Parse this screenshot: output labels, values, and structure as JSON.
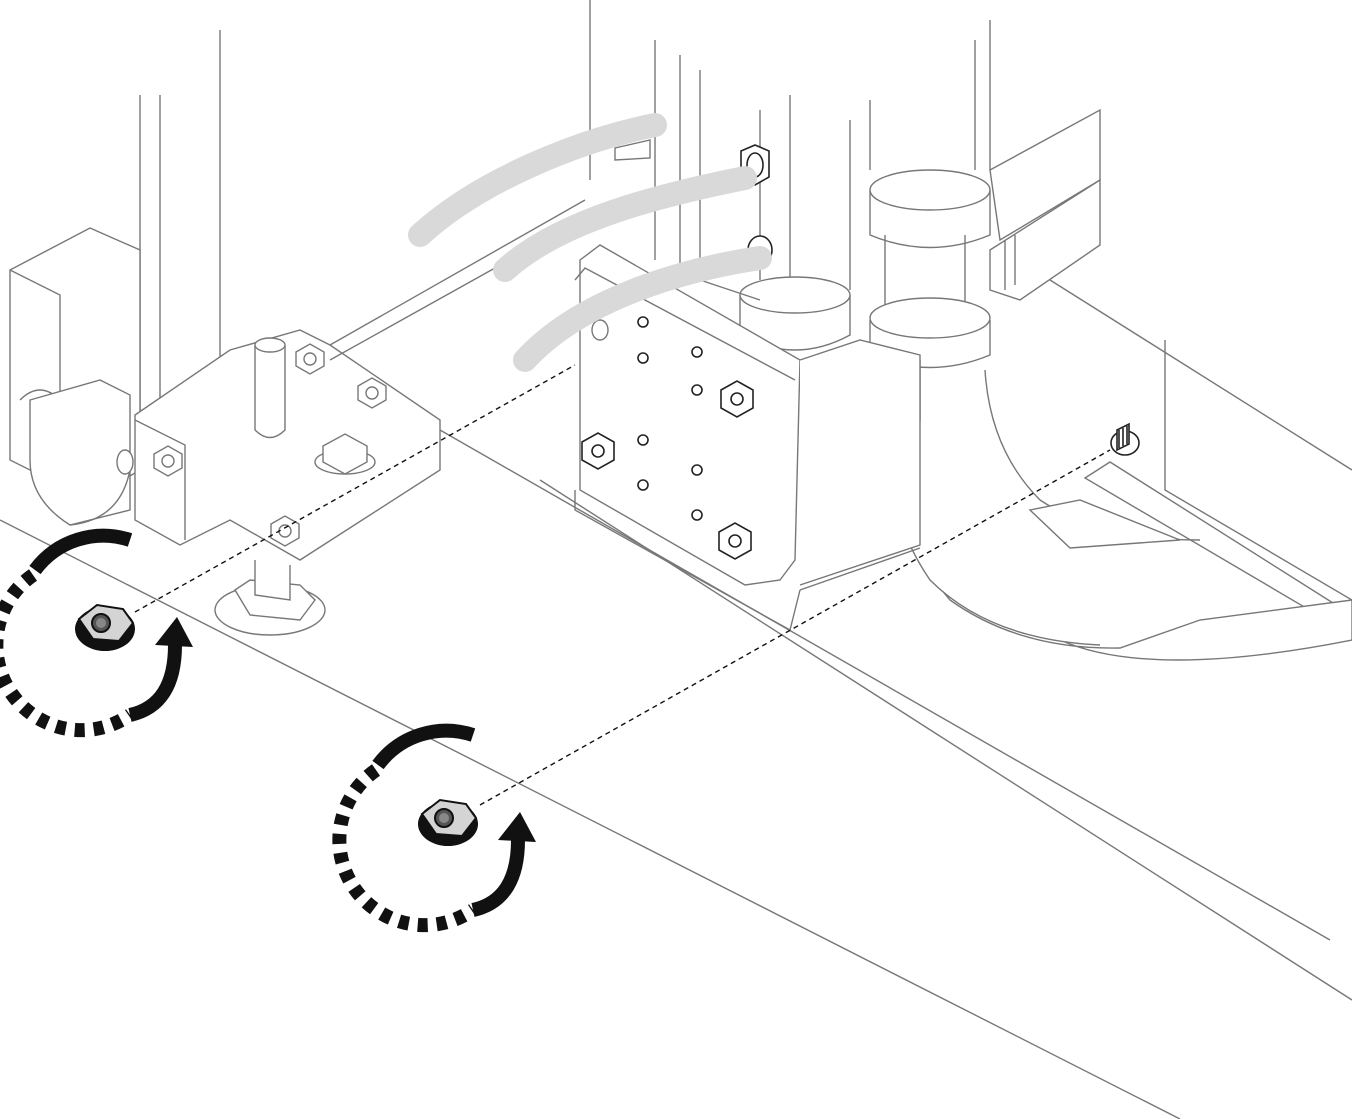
{
  "figure": {
    "description_colors": {
      "line": "#777777",
      "dark_line": "#222222",
      "hose": "#d9d9d9",
      "arrow": "#111111",
      "nut_fill": "#d4d4d4"
    },
    "icons": [
      "nut-icon",
      "rotate-clockwise-arrow-icon",
      "stud-icon",
      "hose-icon"
    ],
    "callouts": [
      {
        "name": "nut-1",
        "action": "install-clockwise"
      },
      {
        "name": "nut-2",
        "action": "install-clockwise"
      }
    ]
  }
}
